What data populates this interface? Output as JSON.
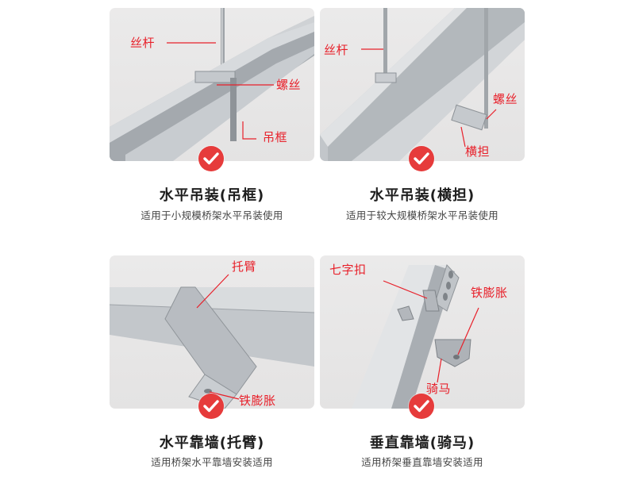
{
  "colors": {
    "accent_red": "#e8202a",
    "check_badge": "#e63b3b",
    "title_text": "#1e1e1e",
    "subtitle_text": "#444444",
    "photo_bg": "#e8e7e7"
  },
  "panels": [
    {
      "title": "水平吊装(吊框)",
      "subtitle": "适用于小规模桥架水平吊装使用",
      "icon": "check-icon",
      "callouts": [
        "丝杆",
        "螺丝",
        "吊框"
      ]
    },
    {
      "title": "水平吊装(横担)",
      "subtitle": "适用于较大规模桥架水平吊装使用",
      "icon": "check-icon",
      "callouts": [
        "丝杆",
        "螺丝",
        "横担"
      ]
    },
    {
      "title": "水平靠墙(托臂)",
      "subtitle": "适用桥架水平靠墙安装适用",
      "icon": "check-icon",
      "callouts": [
        "托臂",
        "铁膨胀"
      ]
    },
    {
      "title": "垂直靠墙(骑马)",
      "subtitle": "适用桥架垂直靠墙安装适用",
      "icon": "check-icon",
      "callouts": [
        "七字扣",
        "铁膨胀",
        "骑马"
      ]
    }
  ]
}
